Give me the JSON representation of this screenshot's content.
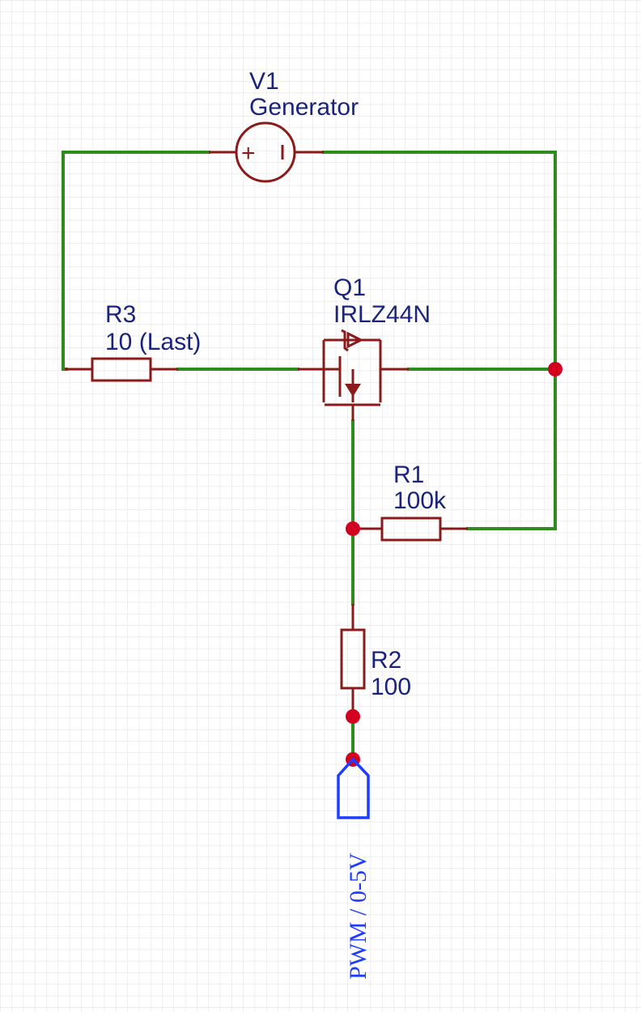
{
  "components": {
    "v1": {
      "ref": "V1",
      "value": "Generator",
      "plus": "+"
    },
    "q1": {
      "ref": "Q1",
      "value": "IRLZ44N"
    },
    "r3": {
      "ref": "R3",
      "value": "10 (Last)"
    },
    "r1": {
      "ref": "R1",
      "value": "100k"
    },
    "r2": {
      "ref": "R2",
      "value": "100"
    }
  },
  "netport": {
    "label": "PWM / 0-5V"
  },
  "colors": {
    "wire": "#2e8b1e",
    "component": "#8b1a1a",
    "label": "#1a237e",
    "junction": "#d4001f",
    "netport": "#1f3dff",
    "grid": "#e3e3e3"
  }
}
